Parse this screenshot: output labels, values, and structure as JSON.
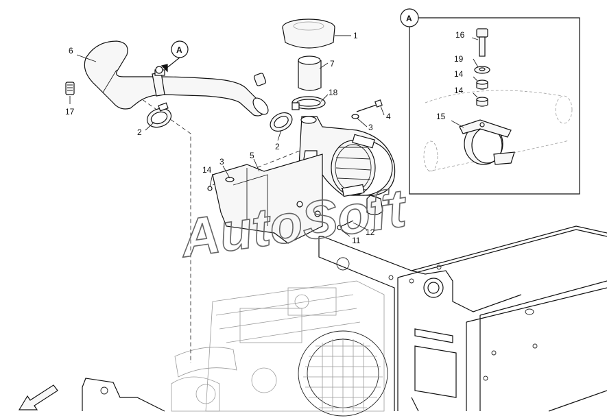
{
  "callouts": {
    "c1": "1",
    "c7": "7",
    "c18": "18",
    "c4": "4",
    "c3a": "3",
    "c2a": "2",
    "c6": "6",
    "c17": "17",
    "c2b": "2",
    "c5": "5",
    "c14a": "14",
    "c3b": "3",
    "c11": "11",
    "c12": "12"
  },
  "detail": {
    "label": "A",
    "c16": "16",
    "c19": "19",
    "c14a": "14",
    "c14b": "14",
    "c15": "15"
  },
  "ref_marker": "A",
  "watermark": "AutoSoft",
  "colors": {
    "line": "#111111",
    "ghost": "#9a9a9a",
    "background": "#ffffff"
  }
}
